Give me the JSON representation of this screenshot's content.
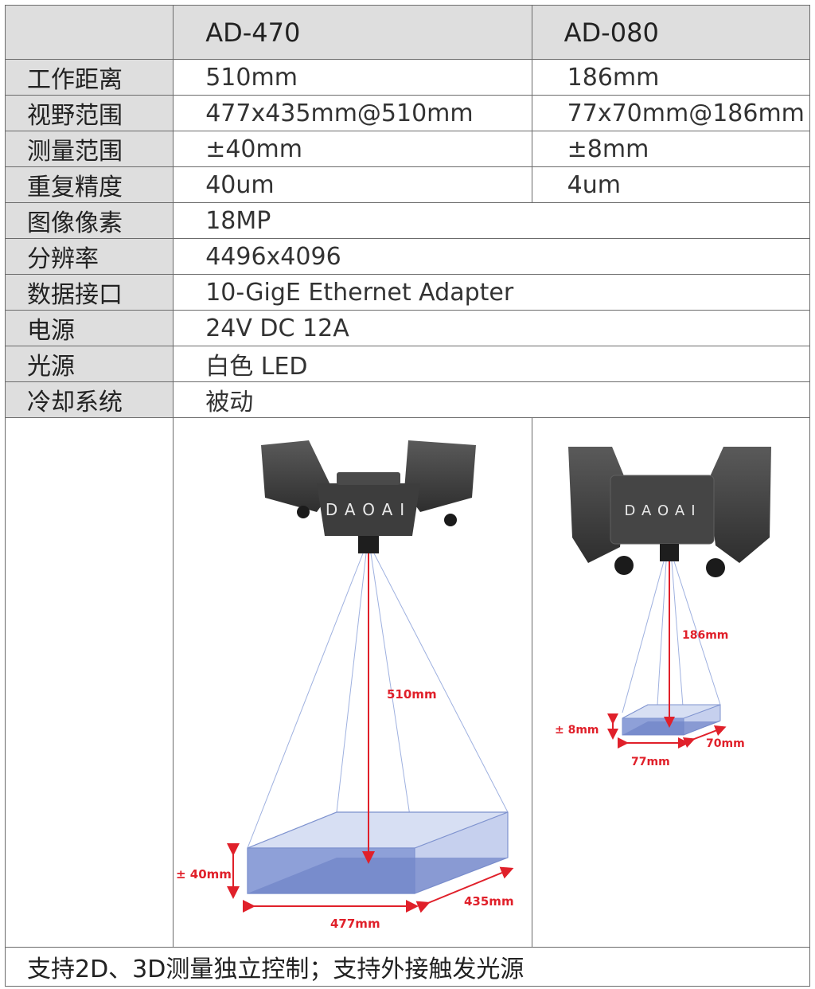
{
  "header": {
    "model_a": "AD-470",
    "model_b": "AD-080"
  },
  "rows": [
    {
      "label": "工作距离",
      "a": "510mm",
      "b": "186mm"
    },
    {
      "label": "视野范围",
      "a": "477x435mm@510mm",
      "b": "77x70mm@186mm"
    },
    {
      "label": "测量范围",
      "a": "±40mm",
      "b": "±8mm"
    },
    {
      "label": "重复精度",
      "a": "40um",
      "b": "4um"
    }
  ],
  "shared_rows": [
    {
      "label": "图像像素",
      "value": "18MP"
    },
    {
      "label": "分辨率",
      "value": "4496x4096"
    },
    {
      "label": "数据接口",
      "value": "10-GigE Ethernet Adapter"
    },
    {
      "label": "电源",
      "value": "24V DC 12A"
    },
    {
      "label": "光源",
      "value": "白色 LED"
    },
    {
      "label": "冷却系统",
      "value": "被动"
    }
  ],
  "diagram_a": {
    "logo": "DAOAI",
    "distance": "510mm",
    "depth": "± 40mm",
    "width": "477mm",
    "length": "435mm"
  },
  "diagram_b": {
    "logo": "DAOAI",
    "distance": "186mm",
    "depth": "± 8mm",
    "width": "77mm",
    "length": "70mm"
  },
  "footer": "支持2D、3D测量独立控制；支持外接触发光源",
  "colors": {
    "label_bg": "#dedede",
    "dim_red": "#e0202a",
    "volume_blue": "#6f83c8",
    "camera_gray": "#3a3a3a"
  }
}
